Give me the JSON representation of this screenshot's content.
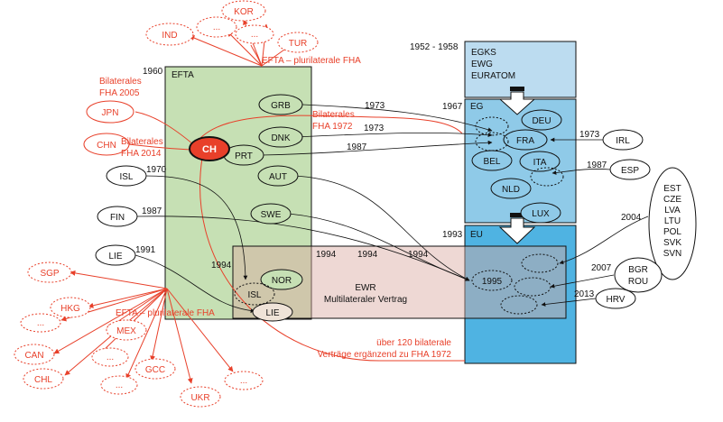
{
  "colors": {
    "red": "#e8402a",
    "efta_fill": "#c6e0b4",
    "egks_fill": "#bcdcf0",
    "eg_fill": "#8fcae8",
    "eu_fill": "#4fb3e2",
    "ewr_fill": "#e7cdc8",
    "ch_fill": "#e8402a",
    "black": "#111111"
  },
  "blocks": {
    "efta": {
      "year": "1960",
      "label": "EFTA"
    },
    "egks": {
      "year": "1952 - 1958",
      "lines": [
        "EGKS",
        "EWG",
        "EURATOM"
      ]
    },
    "eg": {
      "year": "1967",
      "label": "EG"
    },
    "eu": {
      "year": "1993",
      "label": "EU"
    },
    "ewr": {
      "label": "EWR",
      "sublabel": "Multilateraler Vertrag"
    }
  },
  "efta_members": [
    "GRB",
    "DNK",
    "PRT",
    "AUT",
    "SWE",
    "NOR",
    "ISL",
    "LIE"
  ],
  "eg_members": [
    "DEU",
    "FRA",
    "BEL",
    "ITA",
    "NLD",
    "LUX"
  ],
  "ch": "CH",
  "eu_box_year": "1995",
  "outside": {
    "isl": "ISL",
    "fin": "FIN",
    "lie": "LIE",
    "irl": "IRL",
    "esp": "ESP",
    "hrv": "HRV",
    "bgr_rou": [
      "BGR",
      "ROU"
    ],
    "enlargement_2004": [
      "EST",
      "CZE",
      "LVA",
      "LTU",
      "POL",
      "SVK",
      "SVN"
    ]
  },
  "years": {
    "grb": "1973",
    "dnk": "1973",
    "prt": "1987",
    "isl": "1970",
    "fin": "1987",
    "lie": "1991",
    "ewr_isl": "1994",
    "aut": "1994",
    "swe": "1994",
    "fin_eu": "1994",
    "irl": "1973",
    "esp": "1987",
    "y2004": "2004",
    "y2007": "2007",
    "y2013": "2013"
  },
  "fha": {
    "top_label": "EFTA – plurilaterale FHA",
    "bottom_label": "EFTA – plurilaterale FHA",
    "top_partners": [
      "IND",
      "...",
      "KOR",
      "...",
      "TUR"
    ],
    "bottom_partners": [
      "SGP",
      "HKG",
      "MEX",
      "...",
      "CAN",
      "...",
      "CHL",
      "...",
      "GCC",
      "UKR",
      "..."
    ],
    "jpn": {
      "label": "JPN",
      "text": [
        "Bilaterales",
        "FHA 2005"
      ]
    },
    "chn": {
      "label": "CHN",
      "text": [
        "Bilaterales",
        "FHA 2014"
      ]
    },
    "fha1972": [
      "Bilaterales",
      "FHA 1972"
    ],
    "note": [
      "über 120 bilaterale",
      "Verträge ergänzend zu FHA 1972"
    ]
  }
}
